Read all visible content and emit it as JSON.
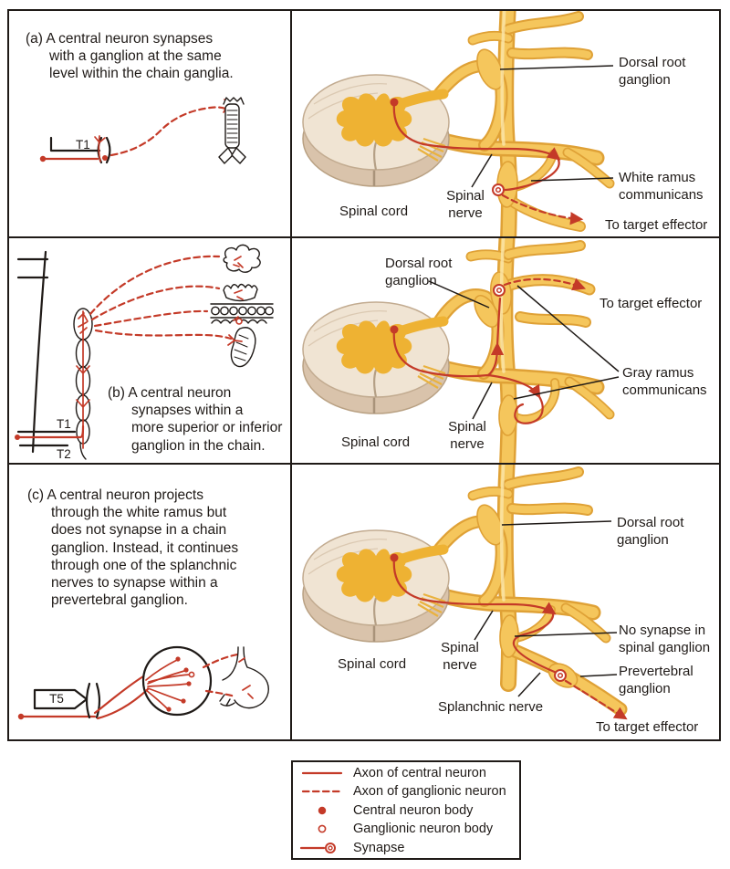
{
  "colors": {
    "accent_red": "#c43a28",
    "nerve_fill": "#f5c65c",
    "nerve_outline": "#dfa136",
    "gray_matter": "#eeb233",
    "cord_surface": "#f0e4d3",
    "cord_rim": "#d9c3ab",
    "ink": "#1f1a17"
  },
  "panels": {
    "a": {
      "caption": "(a) A central neuron synapses\nwith a ganglion at the same\nlevel within the chain ganglia.",
      "schematic": {
        "segment_label": "T1"
      },
      "labels": {
        "dorsal_root_ganglion": "Dorsal root\nganglion",
        "white_ramus": "White ramus\ncommunicans",
        "to_target_effector": "To target effector",
        "spinal_nerve": "Spinal\nnerve",
        "spinal_cord": "Spinal cord"
      }
    },
    "b": {
      "caption": "(b) A central neuron\nsynapses within a\nmore superior or inferior\nganglion in the chain.",
      "schematic": {
        "segment_label_1": "T1",
        "segment_label_2": "T2"
      },
      "labels": {
        "dorsal_root_ganglion": "Dorsal root\nganglion",
        "to_target_effector": "To target effector",
        "gray_ramus": "Gray ramus\ncommunicans",
        "spinal_nerve": "Spinal\nnerve",
        "spinal_cord": "Spinal cord"
      }
    },
    "c": {
      "caption": "(c) A central neuron projects\nthrough the white ramus but\ndoes not synapse in a chain\nganglion. Instead, it continues\nthrough one of the splanchnic\nnerves to synapse within a\nprevertebral ganglion.",
      "schematic": {
        "segment_label": "T5"
      },
      "labels": {
        "dorsal_root_ganglion": "Dorsal root\nganglion",
        "no_synapse": "No synapse in\nspinal ganglion",
        "prevertebral_ganglion": "Prevertebral\nganglion",
        "spinal_nerve": "Spinal\nnerve",
        "spinal_cord": "Spinal cord",
        "splanchnic_nerve": "Splanchnic nerve",
        "to_target_effector": "To target effector"
      }
    }
  },
  "legend": {
    "items": [
      {
        "key": "axon-central-neuron",
        "label": "Axon of central neuron"
      },
      {
        "key": "axon-ganglionic-neuron",
        "label": "Axon of ganglionic neuron"
      },
      {
        "key": "central-neuron-body",
        "label": "Central neuron body"
      },
      {
        "key": "ganglionic-neuron-body",
        "label": "Ganglionic neuron body"
      },
      {
        "key": "synapse",
        "label": "Synapse"
      }
    ]
  }
}
